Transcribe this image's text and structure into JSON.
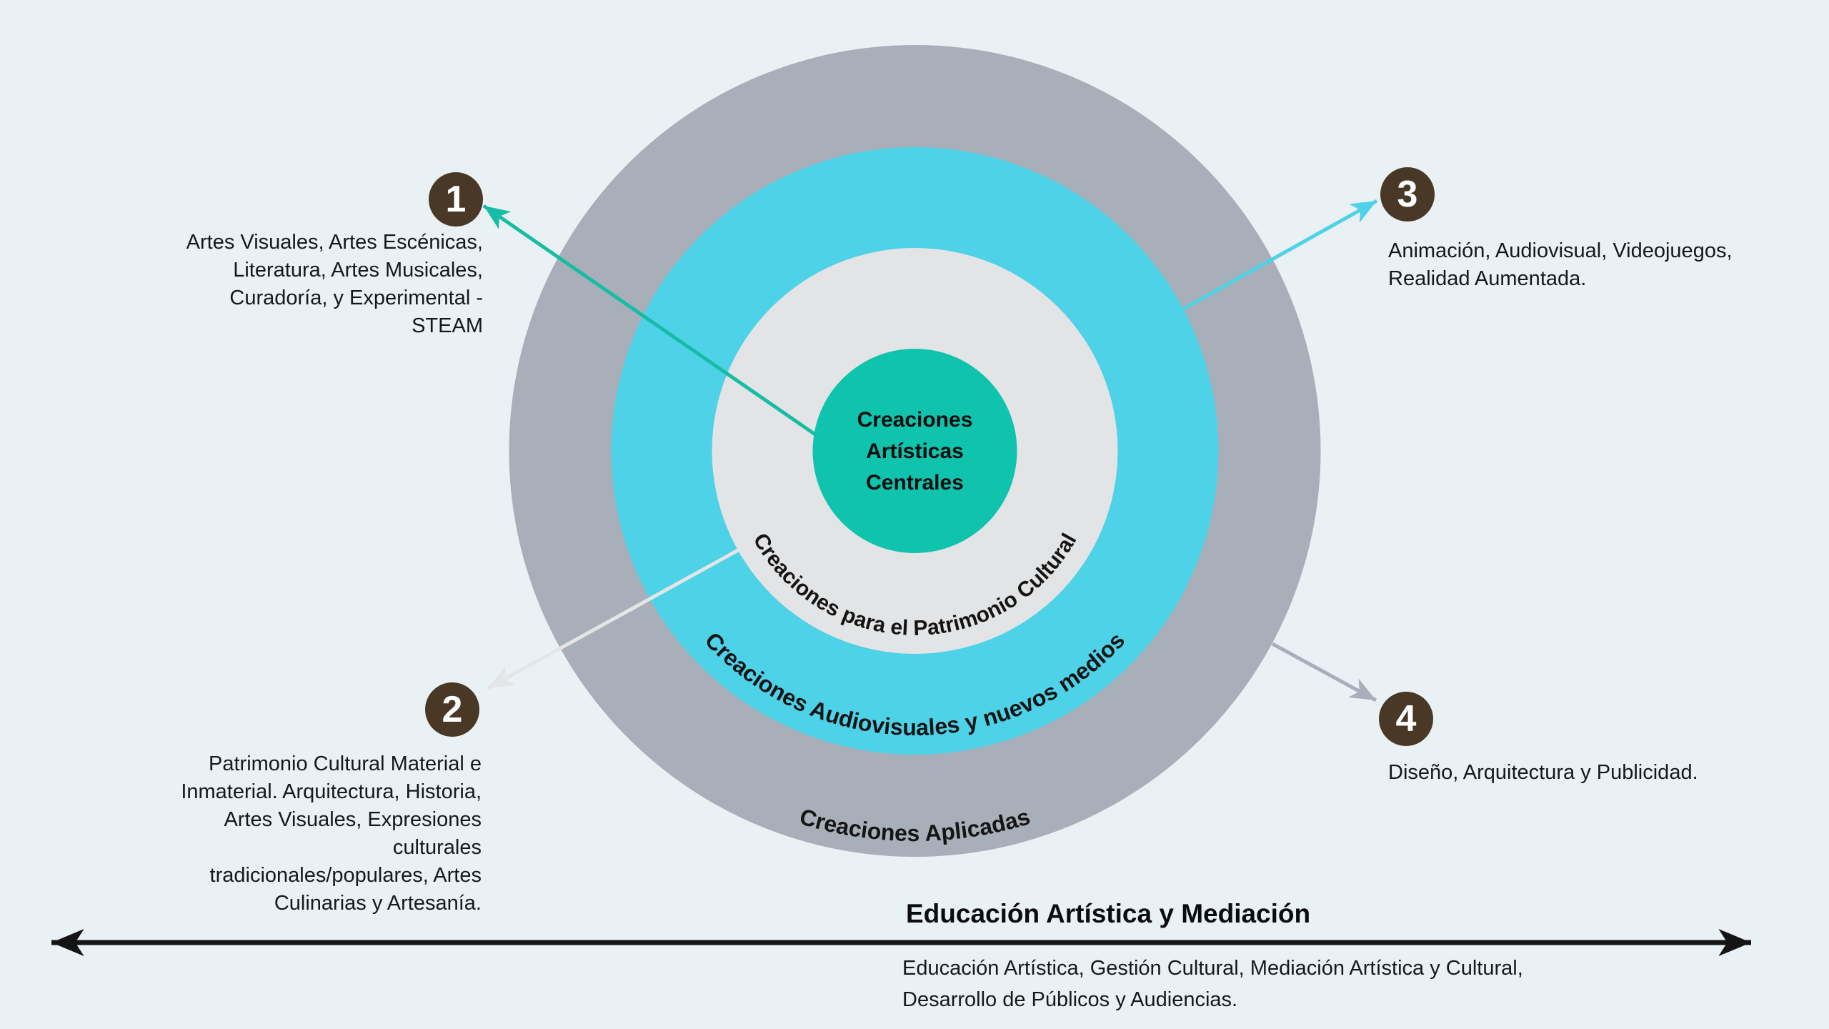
{
  "diagram": {
    "center": {
      "label": "Creaciones\nArtísticas\nCentrales",
      "color": "#0FC3AD"
    },
    "rings": [
      {
        "label": "Creaciones para el Patrimonio Cultural",
        "color": "#E3E4E5"
      },
      {
        "label": "Creaciones Audiovisuales y nuevos medios",
        "color": "#4DD2E7"
      },
      {
        "label": "Creaciones Aplicadas",
        "color": "#A9AFB8"
      }
    ]
  },
  "callouts": [
    {
      "number": "1",
      "text": "Artes Visuales, Artes Escénicas,\nLiteratura, Artes Musicales,\nCuradoría, y Experimental -\nSTEAM"
    },
    {
      "number": "2",
      "text": "Patrimonio Cultural Material e\nInmaterial. Arquitectura, Historia,\nArtes Visuales, Expresiones\nculturales\ntradicionales/populares, Artes\nCulinarias y Artesanía."
    },
    {
      "number": "3",
      "text": "Animación, Audiovisual, Videojuegos,\nRealidad Aumentada."
    },
    {
      "number": "4",
      "text": "Diseño, Arquitectura y Publicidad."
    }
  ],
  "bottom_axis": {
    "title": "Educación Artística y Mediación",
    "subtitle": "Educación Artística, Gestión Cultural, Mediación Artística y Cultural,\nDesarrollo de Públicos y Audiencias."
  },
  "colors": {
    "background": "#E9F1F5",
    "badge": "#4A3826",
    "arrow_1": "#16BCA4",
    "arrow_2": "#E4E5E6",
    "arrow_3": "#4DD2E7",
    "arrow_4": "#A9AFB8",
    "axis_arrow": "#141414"
  }
}
